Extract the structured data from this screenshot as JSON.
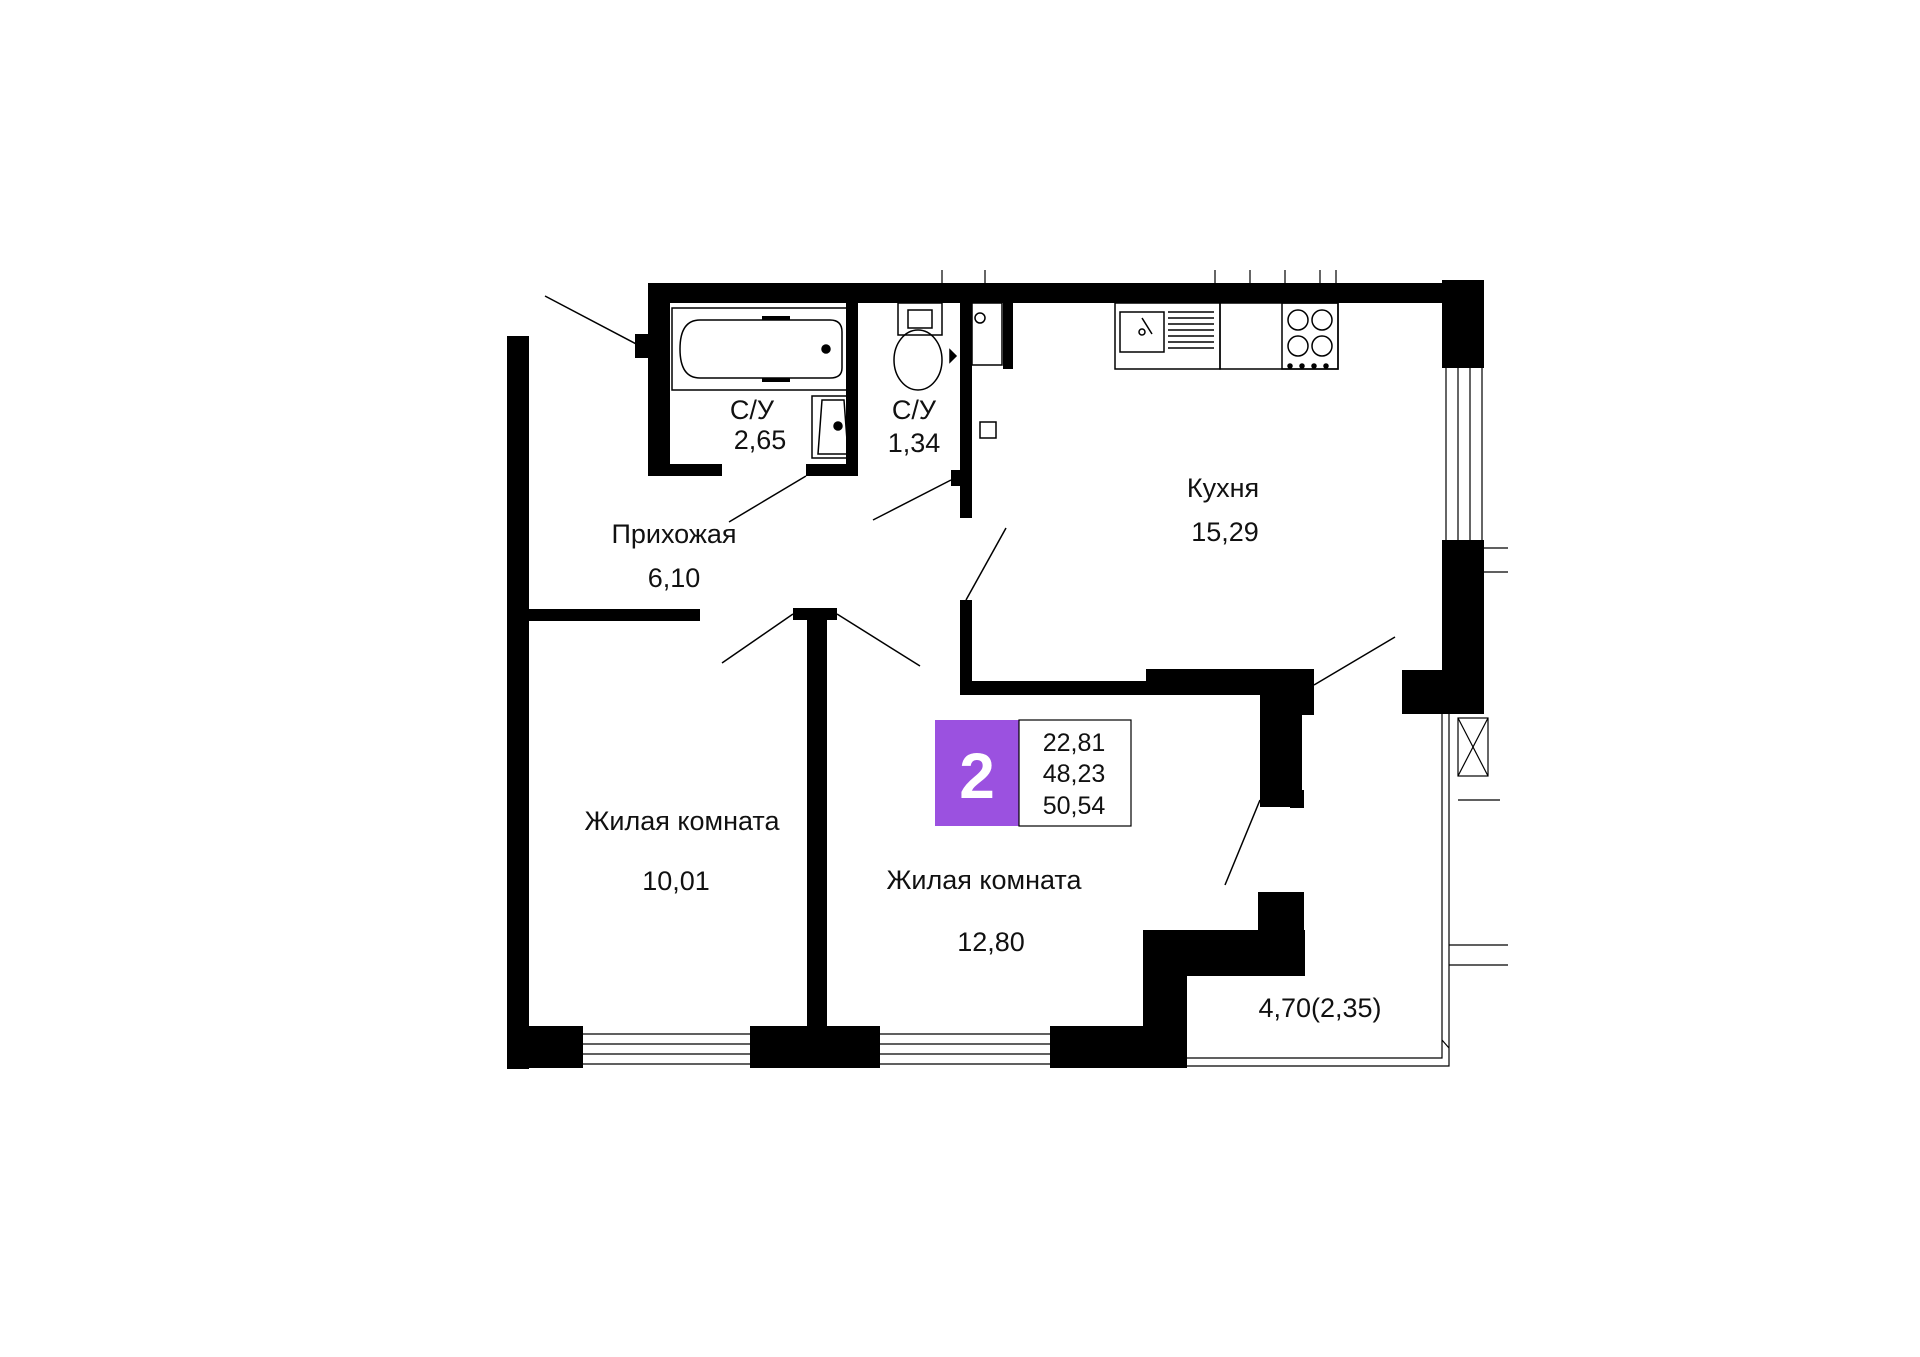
{
  "colors": {
    "wall": "#000000",
    "badge": "#9b51e0",
    "badge_text": "#ffffff",
    "text": "#111111"
  },
  "rooms": {
    "bathroom": {
      "label": "С/У",
      "area": "2,65"
    },
    "toilet": {
      "label": "С/У",
      "area": "1,34"
    },
    "hallway": {
      "label": "Прихожая",
      "area": "6,10"
    },
    "kitchen": {
      "label": "Кухня",
      "area": "15,29"
    },
    "bedroom_left": {
      "label": "Жилая комната",
      "area": "10,01"
    },
    "bedroom_center": {
      "label": "Жилая комната",
      "area": "12,80"
    },
    "balcony": {
      "area": "4,70(2,35)"
    }
  },
  "summary": {
    "rooms_count": "2",
    "living_area": "22,81",
    "total_area": "48,23",
    "area_with_balcony": "50,54"
  },
  "fixtures": [
    "bathtub-icon",
    "washbasin-icon",
    "toilet-icon",
    "sink-icon",
    "stove-icon",
    "washing-machine-icon"
  ]
}
